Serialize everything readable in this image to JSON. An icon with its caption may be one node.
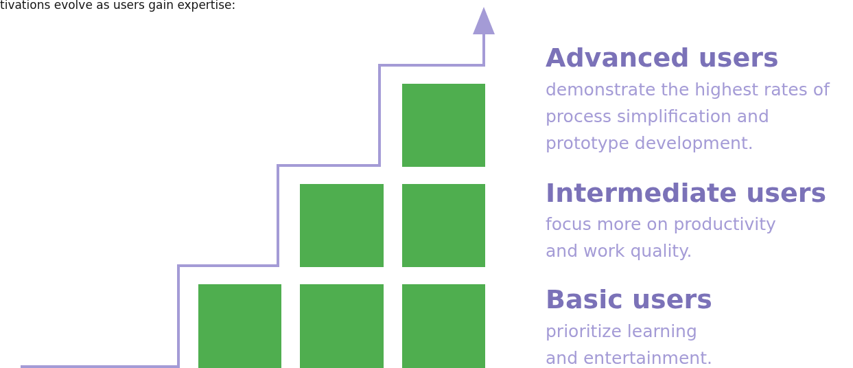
{
  "diagram": {
    "labels": [
      "tivations evolve as users gain expertise:",
      "Advanced users",
      "demonstrate the highest rates of process simplification and prototype development.",
      "Intermediate users",
      "focus more on productivity and work quality.",
      "Basic users",
      "prioritize learning and entertainment."
    ]
  }
}
